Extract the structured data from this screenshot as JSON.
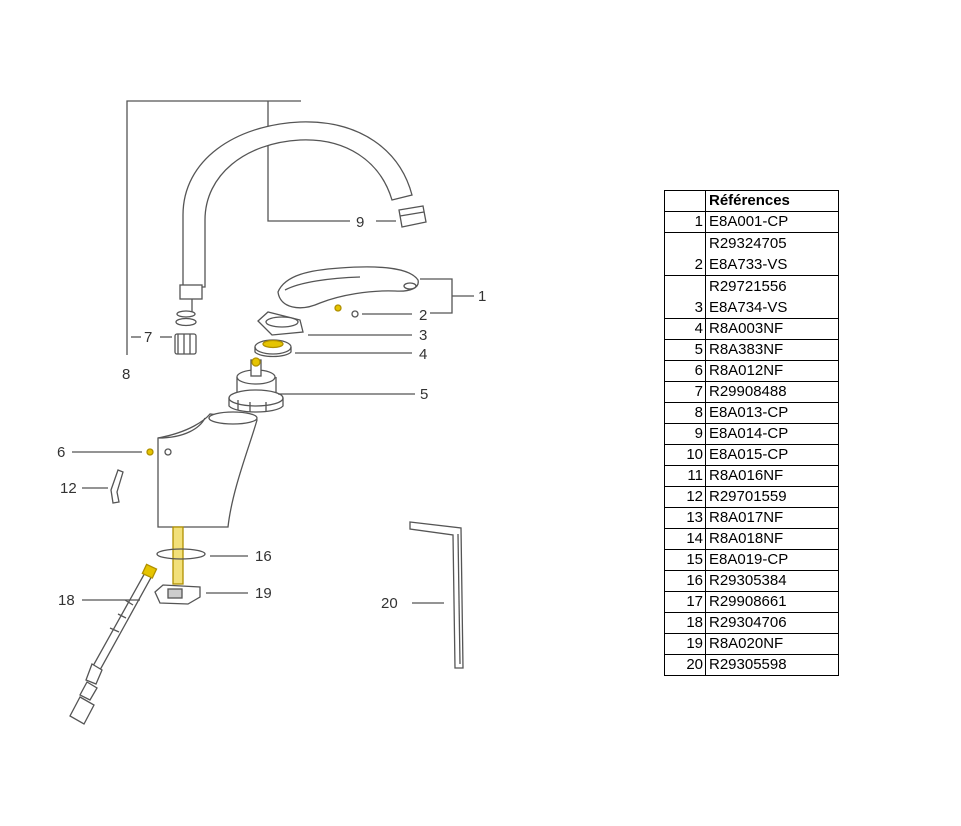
{
  "table": {
    "header": "Références",
    "rows": [
      {
        "num": "1",
        "refs": [
          "E8A001-CP"
        ]
      },
      {
        "num": "2",
        "refs": [
          "R29324705",
          "E8A733-VS"
        ]
      },
      {
        "num": "3",
        "refs": [
          "R29721556",
          "E8A734-VS"
        ]
      },
      {
        "num": "4",
        "refs": [
          "R8A003NF"
        ]
      },
      {
        "num": "5",
        "refs": [
          "R8A383NF"
        ]
      },
      {
        "num": "6",
        "refs": [
          "R8A012NF"
        ]
      },
      {
        "num": "7",
        "refs": [
          "R29908488"
        ]
      },
      {
        "num": "8",
        "refs": [
          "E8A013-CP"
        ]
      },
      {
        "num": "9",
        "refs": [
          "E8A014-CP"
        ]
      },
      {
        "num": "10",
        "refs": [
          "E8A015-CP"
        ]
      },
      {
        "num": "11",
        "refs": [
          "R8A016NF"
        ]
      },
      {
        "num": "12",
        "refs": [
          "R29701559"
        ]
      },
      {
        "num": "13",
        "refs": [
          "R8A017NF"
        ]
      },
      {
        "num": "14",
        "refs": [
          "R8A018NF"
        ]
      },
      {
        "num": "15",
        "refs": [
          "E8A019-CP"
        ]
      },
      {
        "num": "16",
        "refs": [
          "R29305384"
        ]
      },
      {
        "num": "17",
        "refs": [
          "R29908661"
        ]
      },
      {
        "num": "18",
        "refs": [
          "R29304706"
        ]
      },
      {
        "num": "19",
        "refs": [
          "R8A020NF"
        ]
      },
      {
        "num": "20",
        "refs": [
          "R29305598"
        ]
      }
    ]
  },
  "callouts": {
    "c1": "1",
    "c2": "2",
    "c3": "3",
    "c4": "4",
    "c5": "5",
    "c6": "6",
    "c7": "7",
    "c8": "8",
    "c9": "9",
    "c12": "12",
    "c16": "16",
    "c18": "18",
    "c19": "19",
    "c20": "20"
  },
  "colors": {
    "line": "#555555",
    "brass": "#e6c400",
    "table_border": "#000000"
  }
}
